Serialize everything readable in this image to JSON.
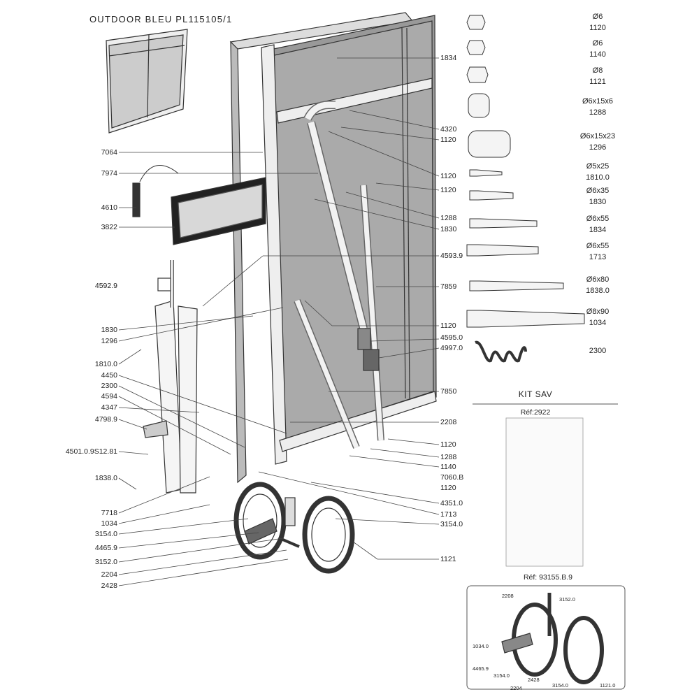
{
  "title": "OUTDOOR BLEU PL115105/1",
  "left_labels": [
    "7064",
    "7974",
    "4610",
    "3822",
    "4592.9",
    "1830",
    "1296",
    "1810.0",
    "4450",
    "2300",
    "4594",
    "4347",
    "4798.9",
    "4501.0.9S12.81",
    "1838.0",
    "7718",
    "1034",
    "3154.0",
    "4465.9",
    "3152.0",
    "2204",
    "2428"
  ],
  "center_labels": [
    "1834",
    "4320",
    "1120",
    "1120",
    "1120",
    "1288",
    "1830",
    "4593.9",
    "7859",
    "1120",
    "4595.0",
    "4997.0",
    "7850",
    "2208",
    "1120",
    "1288",
    "1140",
    "7060.B",
    "1120",
    "4351.0",
    "1713",
    "3154.0",
    "1121"
  ],
  "hardware": [
    {
      "size": "Ø6",
      "code": "1120",
      "icon": "nut-icon"
    },
    {
      "size": "Ø6",
      "code": "1140",
      "icon": "nut-icon"
    },
    {
      "size": "Ø8",
      "code": "1121",
      "icon": "nut-icon"
    },
    {
      "size": "Ø6x15x6",
      "code": "1288",
      "icon": "spacer-icon"
    },
    {
      "size": "Ø6x15x23",
      "code": "1296",
      "icon": "spacer-icon"
    },
    {
      "size": "Ø5x25",
      "code": "1810.0",
      "icon": "screw-icon"
    },
    {
      "size": "Ø6x35",
      "code": "1830",
      "icon": "screw-icon"
    },
    {
      "size": "Ø6x55",
      "code": "1834",
      "icon": "screw-icon"
    },
    {
      "size": "Ø6x55",
      "code": "1713",
      "icon": "hex-bolt-icon"
    },
    {
      "size": "Ø6x80",
      "code": "1838.0",
      "icon": "screw-icon"
    },
    {
      "size": "Ø8x90",
      "code": "1034",
      "icon": "hex-bolt-icon"
    },
    {
      "size": "",
      "code": "2300",
      "icon": "spring-icon"
    }
  ],
  "kit": {
    "title": "KIT SAV",
    "ref": "Réf:2922",
    "ref2": "Réf: 93155.B.9"
  },
  "inset_labels": [
    "2208",
    "3152.0",
    "1034.0",
    "4465.9",
    "3154.0",
    "2428",
    "2204",
    "3154.0",
    "1121.0"
  ]
}
